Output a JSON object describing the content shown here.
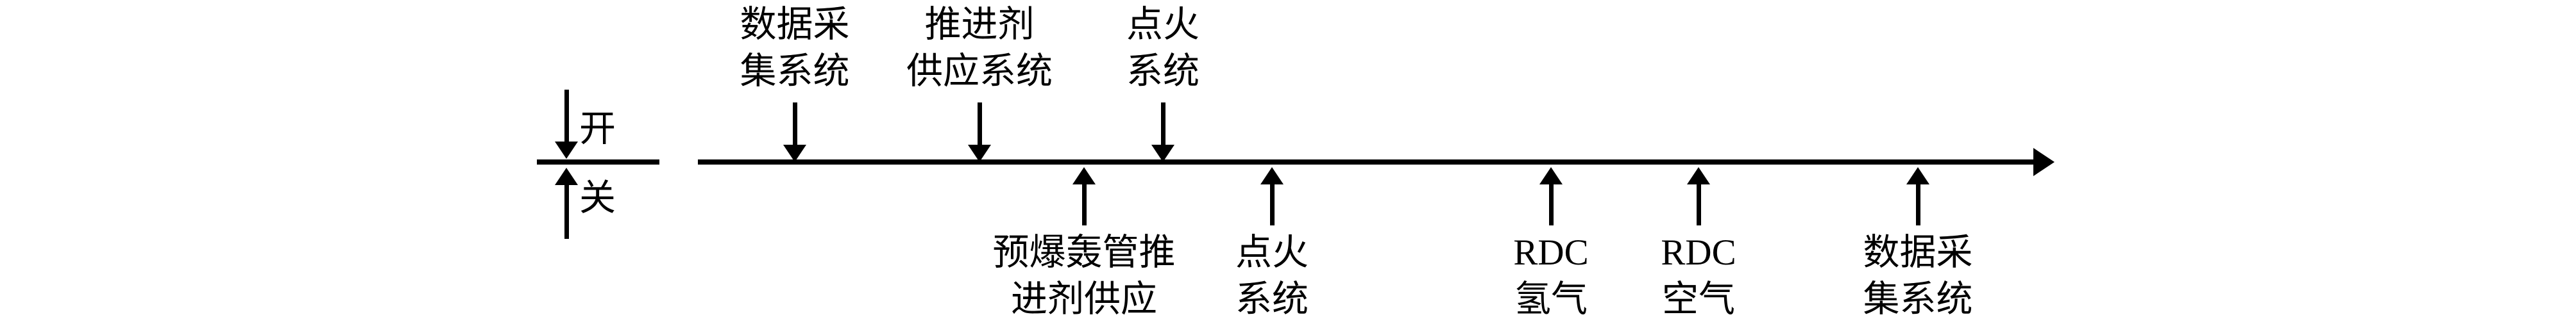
{
  "legend": {
    "on_label": "开",
    "off_label": "关"
  },
  "events": {
    "on": [
      {
        "line1": "数据采",
        "line2": "集系统"
      },
      {
        "line1": "推进剂",
        "line2": "供应系统"
      },
      {
        "line1": "点火",
        "line2": "系统"
      }
    ],
    "off": [
      {
        "line1": "预爆轰管推",
        "line2": "进剂供应"
      },
      {
        "line1": "点火",
        "line2": "系统"
      },
      {
        "line1": "RDC",
        "line2": "氢气"
      },
      {
        "line1": "RDC",
        "line2": "空气"
      },
      {
        "line1": "数据采",
        "line2": "集系统"
      }
    ]
  },
  "colors": {
    "ink": "#000000",
    "background": "#ffffff"
  }
}
